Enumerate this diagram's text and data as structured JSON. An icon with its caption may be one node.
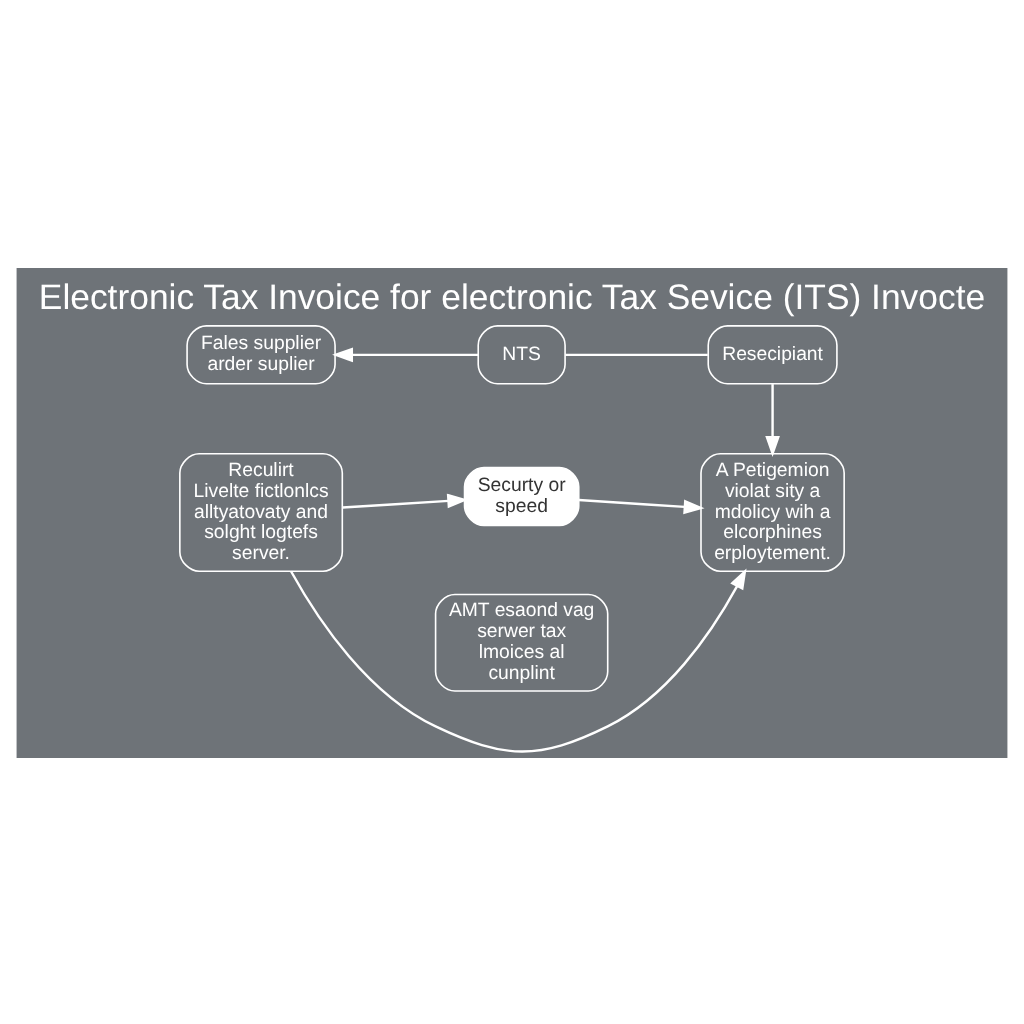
{
  "diagram": {
    "title": "Electronic Tax Invoice for electronic Tax Sevice (ITS) Invocte",
    "nodes": [
      {
        "text": [
          "Fales supplier arder suplier"
        ]
      },
      {
        "text": [
          "NTS"
        ]
      },
      {
        "text": [
          "Resecipiant"
        ]
      },
      {
        "text": [
          "Reculirt",
          "Livelte fictlonlcs alltyatovaty and solght logtefs server."
        ]
      },
      {
        "text": [
          "Securty or speed"
        ]
      },
      {
        "text": [
          "AMT esaond vag serwer tax lmoices al cunplint"
        ]
      },
      {
        "text": [
          "A Petigemion",
          "violat sity a mdolicy wih a elcorphines erploytement."
        ]
      }
    ],
    "edges": [
      {
        "from": 1,
        "to": 0,
        "arrow": "to"
      },
      {
        "from": 2,
        "to": 1,
        "arrow": "none"
      },
      {
        "from": 2,
        "to": 6,
        "arrow": "to"
      },
      {
        "from": 3,
        "to": 6,
        "arrow": "to"
      },
      {
        "from": 3,
        "to": 4,
        "arrow": "to"
      },
      {
        "from": 4,
        "to": 6,
        "arrow": "to"
      }
    ]
  }
}
